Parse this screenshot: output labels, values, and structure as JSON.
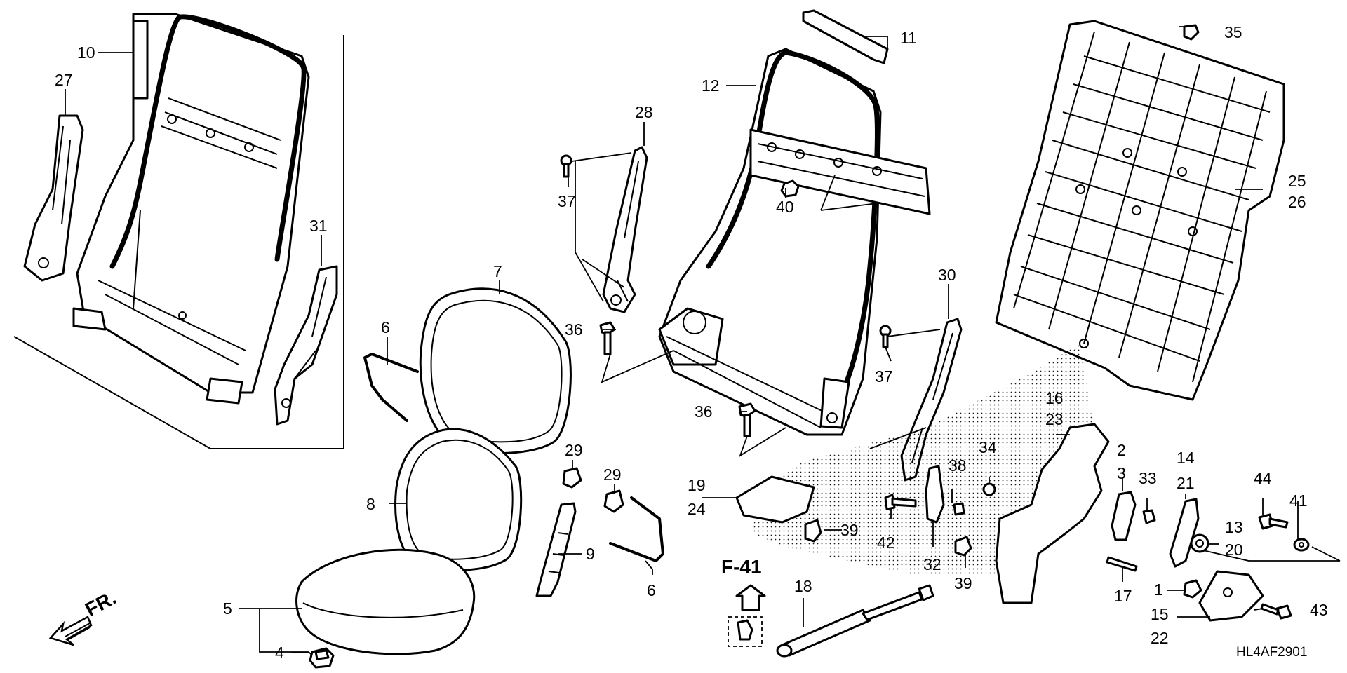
{
  "diagram": {
    "code": "HL4AF2901",
    "ref": "F-41",
    "front": "FR.",
    "labels": {
      "l1": "1",
      "l2": "2",
      "l3": "3",
      "l4": "4",
      "l5": "5",
      "l6a": "6",
      "l6b": "6",
      "l7": "7",
      "l8": "8",
      "l9": "9",
      "l10": "10",
      "l11": "11",
      "l12": "12",
      "l13": "13",
      "l14": "14",
      "l15": "15",
      "l16": "16",
      "l17": "17",
      "l18": "18",
      "l19": "19",
      "l20": "20",
      "l21": "21",
      "l22": "22",
      "l23": "23",
      "l24": "24",
      "l25": "25",
      "l26": "26",
      "l27": "27",
      "l28": "28",
      "l29a": "29",
      "l29b": "29",
      "l30": "30",
      "l31": "31",
      "l32": "32",
      "l33": "33",
      "l34": "34",
      "l35": "35",
      "l36a": "36",
      "l36b": "36",
      "l37a": "37",
      "l37b": "37",
      "l38": "38",
      "l39a": "39",
      "l39b": "39",
      "l40": "40",
      "l41": "41",
      "l42": "42",
      "l43": "43",
      "l44": "44"
    }
  }
}
